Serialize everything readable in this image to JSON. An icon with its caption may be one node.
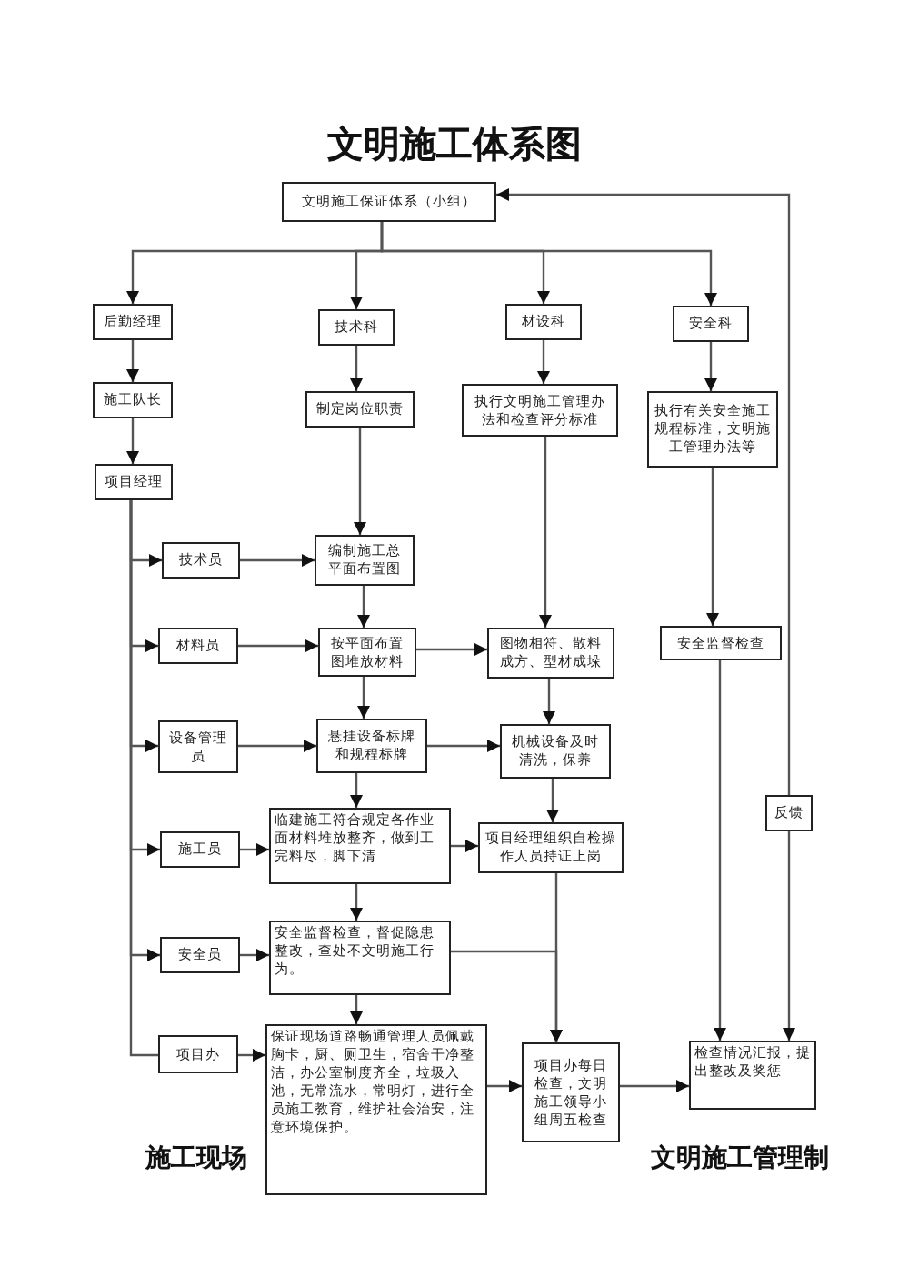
{
  "diagram": {
    "title": "文明施工体系图",
    "nodes": [
      {
        "text": [
          "文明施工保证体系（小组）"
        ]
      },
      {
        "text": [
          "后勤经理"
        ]
      },
      {
        "text": [
          "技术科"
        ]
      },
      {
        "text": [
          "材设科"
        ]
      },
      {
        "text": [
          "安全科"
        ]
      },
      {
        "text": [
          "施工队长"
        ]
      },
      {
        "text": [
          "制定岗位职责"
        ]
      },
      {
        "text": [
          "执行文明施工管理办法和检查评分标准"
        ]
      },
      {
        "text": [
          "执行有关安全施工规程标准，文明施工管理办法等"
        ]
      },
      {
        "text": [
          "项目经理"
        ]
      },
      {
        "text": [
          "技术员"
        ]
      },
      {
        "text": [
          "编制施工总平面布置图"
        ]
      },
      {
        "text": [
          "安全监督检查"
        ]
      },
      {
        "text": [
          "材料员"
        ]
      },
      {
        "text": [
          "按平面布置图堆放材料"
        ]
      },
      {
        "text": [
          "图物相符、散料成方、型材成垛"
        ]
      },
      {
        "text": [
          "设备管理员"
        ]
      },
      {
        "text": [
          "悬挂设备标牌和规程标牌"
        ]
      },
      {
        "text": [
          "机械设备及时清洗，保养"
        ]
      },
      {
        "text": [
          "反馈"
        ]
      },
      {
        "text": [
          "施工员"
        ]
      },
      {
        "text": [
          "临建施工符合规定各作业面材料堆放整齐，做到工完料尽，脚下清"
        ]
      },
      {
        "text": [
          "项目经理组织自检操作人员持证上岗"
        ]
      },
      {
        "text": [
          "安全员"
        ]
      },
      {
        "text": [
          "安全监督检查，督促隐患整改，查处不文明施工行为。"
        ]
      },
      {
        "text": [
          "项目办"
        ]
      },
      {
        "text": [
          "保证现场道路畅通管理人员佩戴胸卡，厨、厕卫生，宿舍干净整洁，办公室制度齐全，垃圾入池，无常流水，常明灯，进行全员施工教育，维护社会治安，注意环境保护。"
        ]
      },
      {
        "text": [
          "项目办每日检查，文明施工领导小组周五检查"
        ]
      },
      {
        "text": [
          "检查情况汇报，提出整改及奖惩"
        ]
      }
    ],
    "edges": [
      {
        "from": 0,
        "to": 1,
        "arrow": "to"
      },
      {
        "from": 0,
        "to": 2,
        "arrow": "to"
      },
      {
        "from": 0,
        "to": 3,
        "arrow": "to"
      },
      {
        "from": 0,
        "to": 4,
        "arrow": "to"
      },
      {
        "from": 1,
        "to": 5,
        "arrow": "to"
      },
      {
        "from": 5,
        "to": 9,
        "arrow": "to"
      },
      {
        "from": 2,
        "to": 6,
        "arrow": "to"
      },
      {
        "from": 6,
        "to": 11,
        "arrow": "to"
      },
      {
        "from": 3,
        "to": 7,
        "arrow": "to"
      },
      {
        "from": 7,
        "to": 15,
        "arrow": "to"
      },
      {
        "from": 4,
        "to": 8,
        "arrow": "to"
      },
      {
        "from": 8,
        "to": 12,
        "arrow": "to"
      },
      {
        "from": 9,
        "to": 10,
        "arrow": "to"
      },
      {
        "from": 9,
        "to": 13,
        "arrow": "to"
      },
      {
        "from": 9,
        "to": 16,
        "arrow": "to"
      },
      {
        "from": 9,
        "to": 20,
        "arrow": "to"
      },
      {
        "from": 9,
        "to": 23,
        "arrow": "to"
      },
      {
        "from": 9,
        "to": 25,
        "arrow": "none"
      },
      {
        "from": 10,
        "to": 11,
        "arrow": "to"
      },
      {
        "from": 11,
        "to": 14,
        "arrow": "to"
      },
      {
        "from": 13,
        "to": 14,
        "arrow": "to"
      },
      {
        "from": 14,
        "to": 15,
        "arrow": "to"
      },
      {
        "from": 14,
        "to": 17,
        "arrow": "to"
      },
      {
        "from": 15,
        "to": 18,
        "arrow": "to"
      },
      {
        "from": 16,
        "to": 17,
        "arrow": "to"
      },
      {
        "from": 17,
        "to": 18,
        "arrow": "to"
      },
      {
        "from": 17,
        "to": 21,
        "arrow": "to"
      },
      {
        "from": 18,
        "to": 22,
        "arrow": "to"
      },
      {
        "from": 20,
        "to": 21,
        "arrow": "to"
      },
      {
        "from": 21,
        "to": 22,
        "arrow": "to"
      },
      {
        "from": 21,
        "to": 24,
        "arrow": "to"
      },
      {
        "from": 22,
        "to": 27,
        "arrow": "to"
      },
      {
        "from": 23,
        "to": 24,
        "arrow": "to"
      },
      {
        "from": 24,
        "to": 27,
        "arrow": "to"
      },
      {
        "from": 24,
        "to": 26,
        "arrow": "to"
      },
      {
        "from": 25,
        "to": 26,
        "arrow": "to"
      },
      {
        "from": 26,
        "to": 27,
        "arrow": "to"
      },
      {
        "from": 27,
        "to": 28,
        "arrow": "to"
      },
      {
        "from": 12,
        "to": 28,
        "arrow": "to"
      },
      {
        "from": 19,
        "to": 28,
        "arrow": "to"
      },
      {
        "from": 19,
        "to": 0,
        "arrow": "to"
      }
    ],
    "labels": [
      "施工现场",
      "文明施工管理制"
    ]
  }
}
